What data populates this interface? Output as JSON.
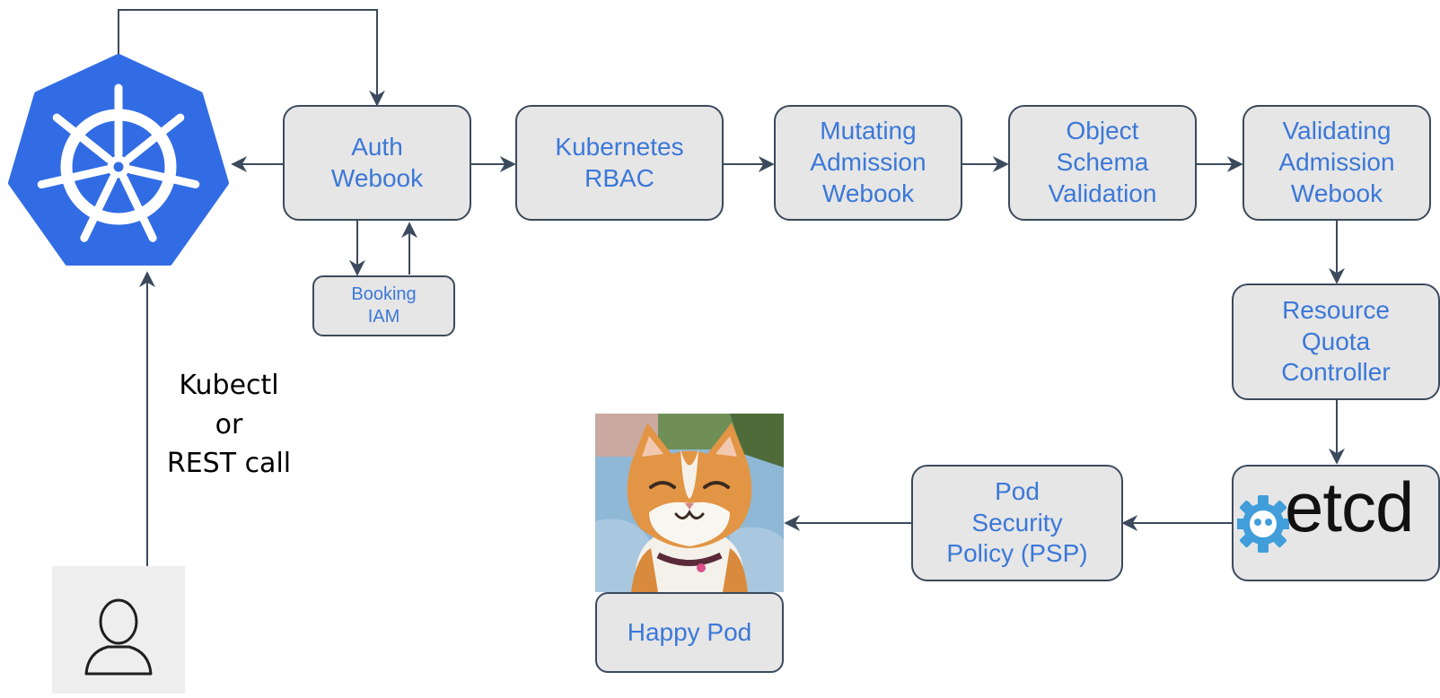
{
  "colors": {
    "node_fill": "#e6e6e6",
    "node_border": "#3b4a5c",
    "node_text": "#3b78d8",
    "arrow": "#3b4a5c",
    "kubernetes_blue": "#326ce5",
    "etcd_blue": "#419eda"
  },
  "icons": {
    "kubernetes": "kubernetes-logo-icon",
    "user": "user-icon",
    "etcd": "etcd-logo-icon",
    "pod": "happy-cat-photo"
  },
  "nodes": {
    "auth_webhook": [
      "Auth",
      "Webook"
    ],
    "rbac": [
      "Kubernetes",
      "RBAC"
    ],
    "mutating": [
      "Mutating",
      "Admission",
      "Webook"
    ],
    "schema": [
      "Object",
      "Schema",
      "Validation"
    ],
    "validating": [
      "Validating",
      "Admission",
      "Webook"
    ],
    "booking_iam": [
      "Booking",
      "IAM"
    ],
    "resource_quota": [
      "Resource",
      "Quota",
      "Controller"
    ],
    "etcd": "etcd",
    "psp": [
      "Pod",
      "Security",
      "Policy (PSP)"
    ],
    "happy_pod": "Happy Pod"
  },
  "request_label": [
    "Kubectl",
    "or",
    "REST call"
  ]
}
